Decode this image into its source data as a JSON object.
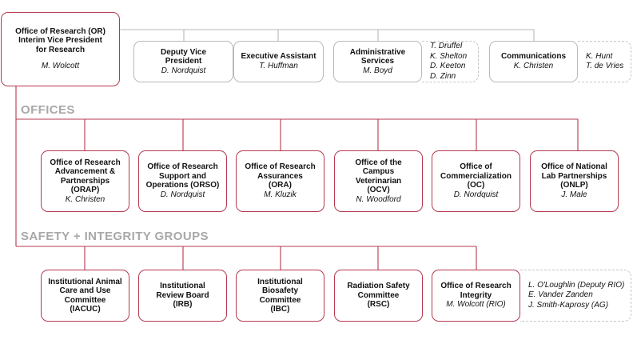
{
  "top": {
    "title": "Office of Research (OR)\nInterim Vice President\nfor Research",
    "name": "M. Wolcott"
  },
  "staff": [
    {
      "title": "Deputy Vice\nPresident",
      "name": "D. Nordquist"
    },
    {
      "title": "Executive Assistant",
      "name": "T. Huffman"
    },
    {
      "title": "Administrative\nServices",
      "name": "M. Boyd",
      "team": [
        "T. Druffel",
        "K. Shelton",
        "D. Keeton",
        "D. Zinn"
      ]
    },
    {
      "title": "Communications",
      "name": "K. Christen",
      "team": [
        "K. Hunt",
        "T. de Vries"
      ]
    }
  ],
  "sections": {
    "offices": "OFFICES",
    "safety": "SAFETY + INTEGRITY GROUPS"
  },
  "offices": [
    {
      "title": "Office of Research\nAdvancement &\nPartnerships\n(ORAP)",
      "name": "K. Christen"
    },
    {
      "title": "Office of Research\nSupport and\nOperations (ORSO)",
      "name": "D. Nordquist"
    },
    {
      "title": "Office of Research\nAssurances\n(ORA)",
      "name": "M. Kluzik"
    },
    {
      "title": "Office of the\nCampus\nVeterinarian\n(OCV)",
      "name": "N. Woodford"
    },
    {
      "title": "Office of\nCommercialization\n(OC)",
      "name": "D. Nordquist"
    },
    {
      "title": "Office of National\nLab Partnerships\n(ONLP)",
      "name": "J. Male"
    }
  ],
  "groups": [
    {
      "title": "Institutional Animal\nCare and Use\nCommittee\n(IACUC)"
    },
    {
      "title": "Institutional\nReview Board\n(IRB)"
    },
    {
      "title": "Institutional\nBiosafety\nCommittee\n(IBC)"
    },
    {
      "title": "Radiation Safety\nCommittee\n(RSC)"
    },
    {
      "title": "Office of Research\nIntegrity",
      "name": "M. Wolcott (RIO)",
      "team": [
        "L. O'Loughlin (Deputy RIO)",
        "E. Vander Zanden",
        "J. Smith-Kaprosy (AG)"
      ]
    }
  ],
  "colors": {
    "accent": "#b5394f",
    "muted_border": "#b9b9b9",
    "section_text": "#a8a8a8"
  }
}
